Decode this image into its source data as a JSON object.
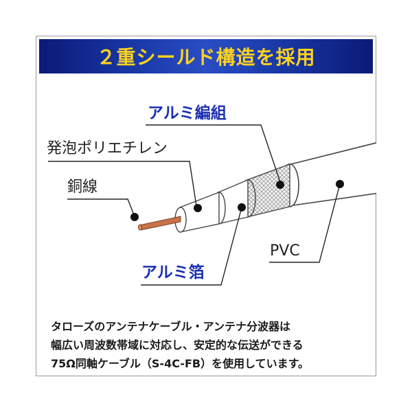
{
  "banner": {
    "title": "２重シールド構造を採用"
  },
  "labels": {
    "aluminum_braid": "アルミ編組",
    "foam_polyethylene": "発泡ポリエチレン",
    "copper_wire": "銅線",
    "aluminum_foil": "アルミ箔",
    "pvc": "PVC"
  },
  "description": {
    "line1": "タローズのアンテナケーブル・アンテナ分波器は",
    "line2": "幅広い周波数帯域に対応し、安定的な伝送ができる",
    "line3": "75Ω同軸ケーブル（S-4C-FB）を使用しています。"
  },
  "colors": {
    "banner_dark": "#0a1a78",
    "banner_light": "#2a4dc4",
    "title_yellow": "#ffd21f",
    "label_blue": "#1a2fb0",
    "copper": "#c8734a"
  }
}
